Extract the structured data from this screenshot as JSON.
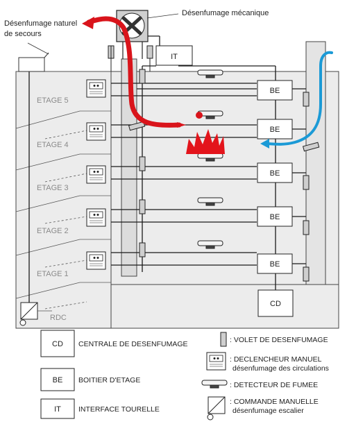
{
  "titles": {
    "natural_line1": "Désenfumage naturel",
    "natural_line2": "de secours",
    "mechanical": "Désenfumage mécanique"
  },
  "floors": [
    "ETAGE 5",
    "ETAGE 4",
    "ETAGE 3",
    "ETAGE 2",
    "ETAGE 1",
    "RDC"
  ],
  "boxes": {
    "it": "IT",
    "be": "BE",
    "cd": "CD"
  },
  "legend": {
    "cd_key": "CD",
    "cd_label": "CENTRALE DE DESENFUMAGE",
    "be_key": "BE",
    "be_label": "BOITIER D'ETAGE",
    "it_key": "IT",
    "it_label": "INTERFACE TOURELLE",
    "volet_label": ": VOLET DE DESENFUMAGE",
    "declencheur_line1": ": DECLENCHEUR MANUEL",
    "declencheur_line2": "désenfumage des circulations",
    "detecteur_label": ": DETECTEUR DE FUMEE",
    "commande_line1": ": COMMANDE MANUELLE",
    "commande_line2": "désenfumage escalier"
  },
  "colors": {
    "building_fill": "#ececec",
    "shaft_fill": "#dcdcdc",
    "line": "#1a1a1a",
    "natural_arrow": "#d9141b",
    "fresh_air_arrow": "#1b9ad6",
    "fire": "#e3141b"
  }
}
